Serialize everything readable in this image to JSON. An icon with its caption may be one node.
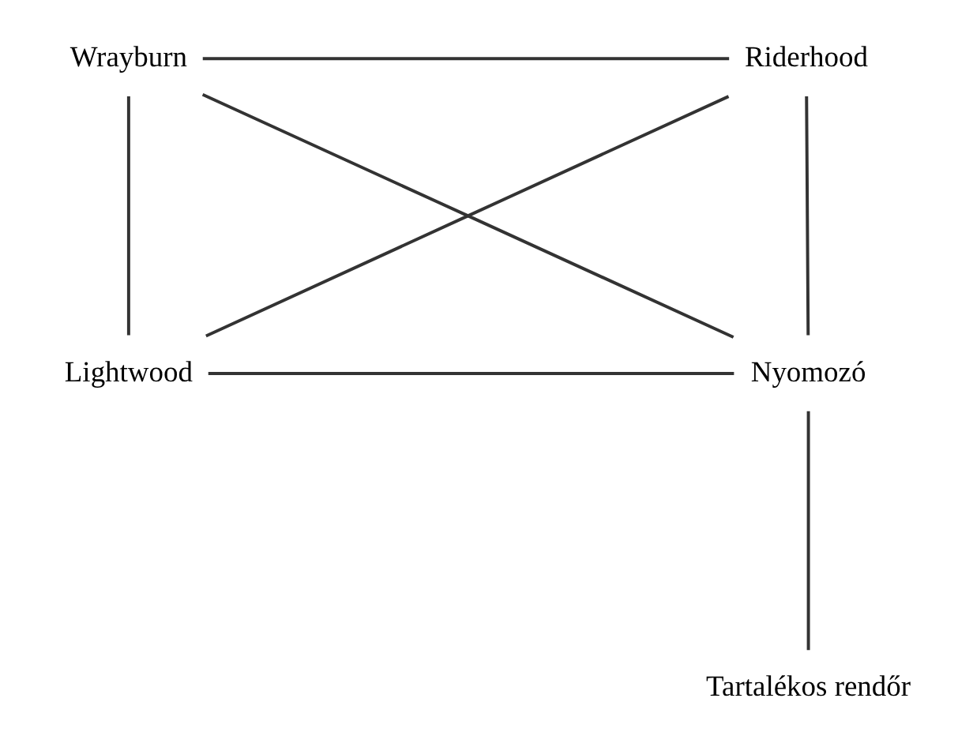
{
  "diagram": {
    "nodes": [
      {
        "text": [
          "Wrayburn"
        ]
      },
      {
        "text": [
          "Riderhood"
        ]
      },
      {
        "text": [
          "Lightwood"
        ]
      },
      {
        "text": [
          "Nyomozó"
        ]
      },
      {
        "text": [
          "Tartalékos rendőr"
        ]
      }
    ],
    "edges": [
      {
        "from": 0,
        "to": 1,
        "arrow": "none"
      },
      {
        "from": 0,
        "to": 2,
        "arrow": "none"
      },
      {
        "from": 0,
        "to": 3,
        "arrow": "none"
      },
      {
        "from": 1,
        "to": 2,
        "arrow": "none"
      },
      {
        "from": 1,
        "to": 3,
        "arrow": "none"
      },
      {
        "from": 2,
        "to": 3,
        "arrow": "none"
      },
      {
        "from": 3,
        "to": 4,
        "arrow": "none"
      }
    ]
  }
}
